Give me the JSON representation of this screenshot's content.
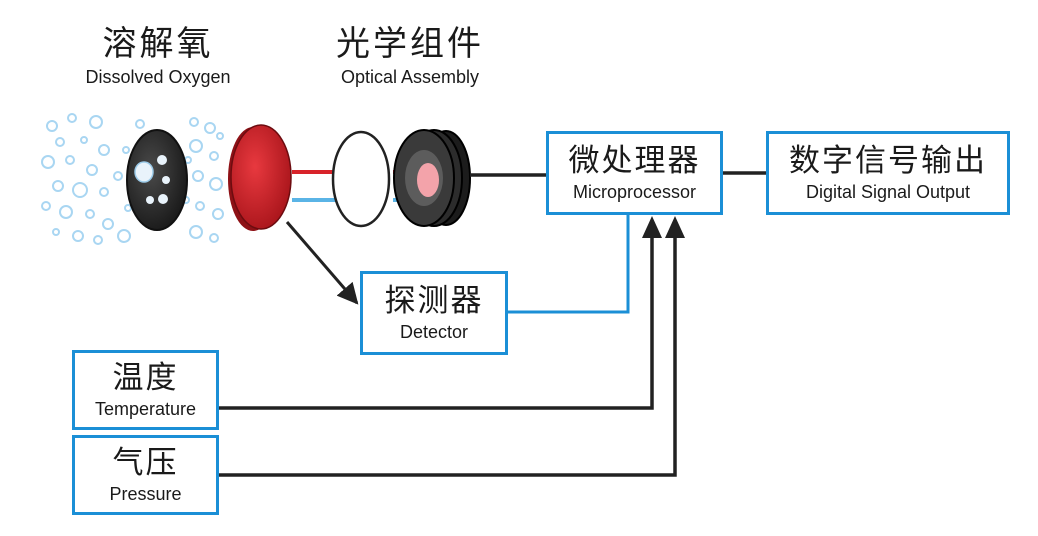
{
  "labels": {
    "dissolved_oxygen": {
      "zh": "溶解氧",
      "en": "Dissolved Oxygen"
    },
    "optical_assembly": {
      "zh": "光学组件",
      "en": "Optical Assembly"
    }
  },
  "boxes": {
    "microprocessor": {
      "zh": "微处理器",
      "en": "Microprocessor"
    },
    "digital_output": {
      "zh": "数字信号输出",
      "en": "Digital Signal Output"
    },
    "detector": {
      "zh": "探测器",
      "en": "Detector"
    },
    "temperature": {
      "zh": "温度",
      "en": "Temperature"
    },
    "pressure": {
      "zh": "气压",
      "en": "Pressure"
    }
  },
  "colors": {
    "box_border": "#1b8fd6",
    "connector_blue": "#1b8fd6",
    "connector_black": "#222222",
    "red_beam": "#d8232a",
    "blue_beam": "#5ab4e6",
    "sensing_membrane": "#cf2027",
    "bubble": "#a9d6f2"
  }
}
